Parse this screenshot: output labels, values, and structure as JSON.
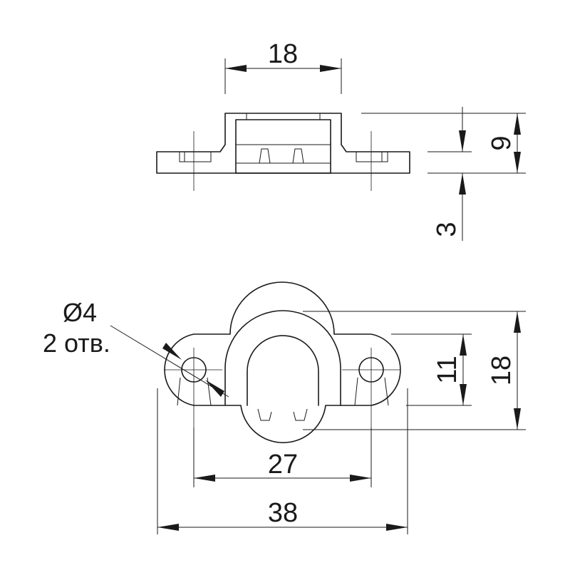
{
  "colors": {
    "line": "#1a1a1a",
    "background": "#ffffff"
  },
  "dimensions": {
    "top_width": "18",
    "height_total": "9",
    "flange_thickness": "3",
    "hole_diameter": "Ø4",
    "hole_count": "2 отв.",
    "slot_height": "11",
    "body_height": "18",
    "hole_spacing": "27",
    "overall_length": "38"
  }
}
